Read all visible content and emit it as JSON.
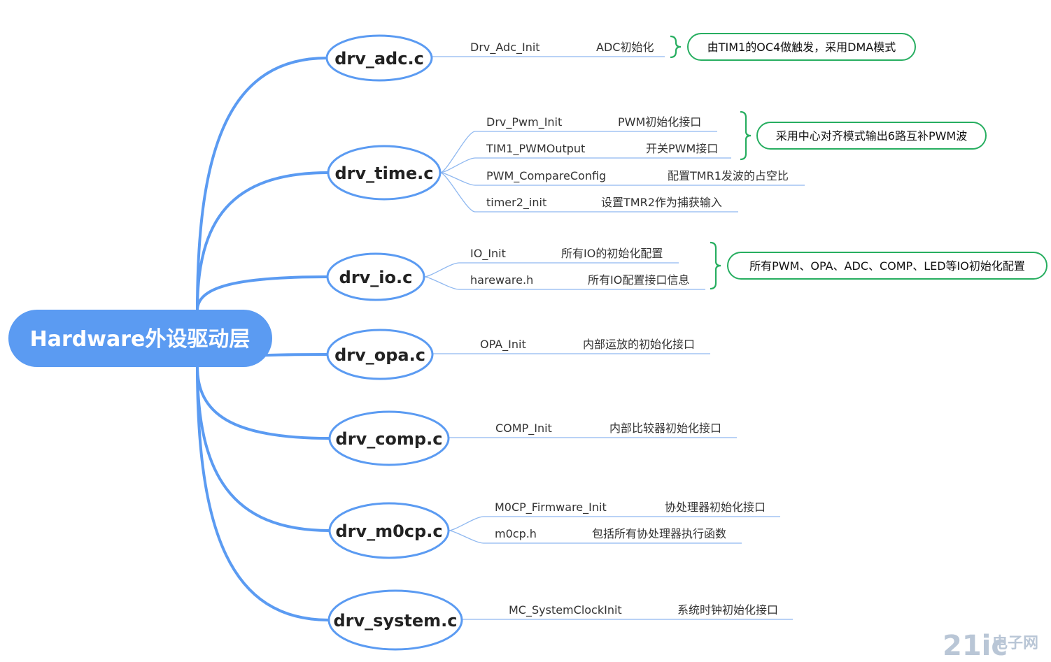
{
  "colors": {
    "branch": "#5b9bf2",
    "root_fill": "#5b9bf2",
    "module_stroke": "#5b9bf2",
    "leaf_line": "#8fb8f0",
    "note_stroke": "#27ae60",
    "watermark": "#b9c6d6"
  },
  "root": {
    "label": "Hardware外设驱动层"
  },
  "modules": [
    {
      "id": "adc",
      "label": "drv_adc.c",
      "items": [
        {
          "func": "Drv_Adc_Init",
          "desc": "ADC初始化"
        }
      ],
      "note": "由TIM1的OC4做触发，采用DMA模式"
    },
    {
      "id": "time",
      "label": "drv_time.c",
      "items": [
        {
          "func": "Drv_Pwm_Init",
          "desc": "PWM初始化接口"
        },
        {
          "func": "TIM1_PWMOutput",
          "desc": "开关PWM接口"
        },
        {
          "func": "PWM_CompareConfig",
          "desc": "配置TMR1发波的占空比"
        },
        {
          "func": "timer2_init",
          "desc": "设置TMR2作为捕获输入"
        }
      ],
      "note": "采用中心对齐模式输出6路互补PWM波"
    },
    {
      "id": "io",
      "label": "drv_io.c",
      "items": [
        {
          "func": "IO_Init",
          "desc": "所有IO的初始化配置"
        },
        {
          "func": "hareware.h",
          "desc": "所有IO配置接口信息"
        }
      ],
      "note": "所有PWM、OPA、ADC、COMP、LED等IO初始化配置"
    },
    {
      "id": "opa",
      "label": "drv_opa.c",
      "items": [
        {
          "func": "OPA_Init",
          "desc": "内部运放的初始化接口"
        }
      ]
    },
    {
      "id": "comp",
      "label": "drv_comp.c",
      "items": [
        {
          "func": "COMP_Init",
          "desc": "内部比较器初始化接口"
        }
      ]
    },
    {
      "id": "m0cp",
      "label": "drv_m0cp.c",
      "items": [
        {
          "func": "M0CP_Firmware_Init",
          "desc": "协处理器初始化接口"
        },
        {
          "func": "m0cp.h",
          "desc": "包括所有协处理器执行函数"
        }
      ]
    },
    {
      "id": "system",
      "label": "drv_system.c",
      "items": [
        {
          "func": "MC_SystemClockInit",
          "desc": "系统时钟初始化接口"
        }
      ]
    }
  ],
  "watermark": {
    "main": "21ic",
    "side": "电子网"
  }
}
